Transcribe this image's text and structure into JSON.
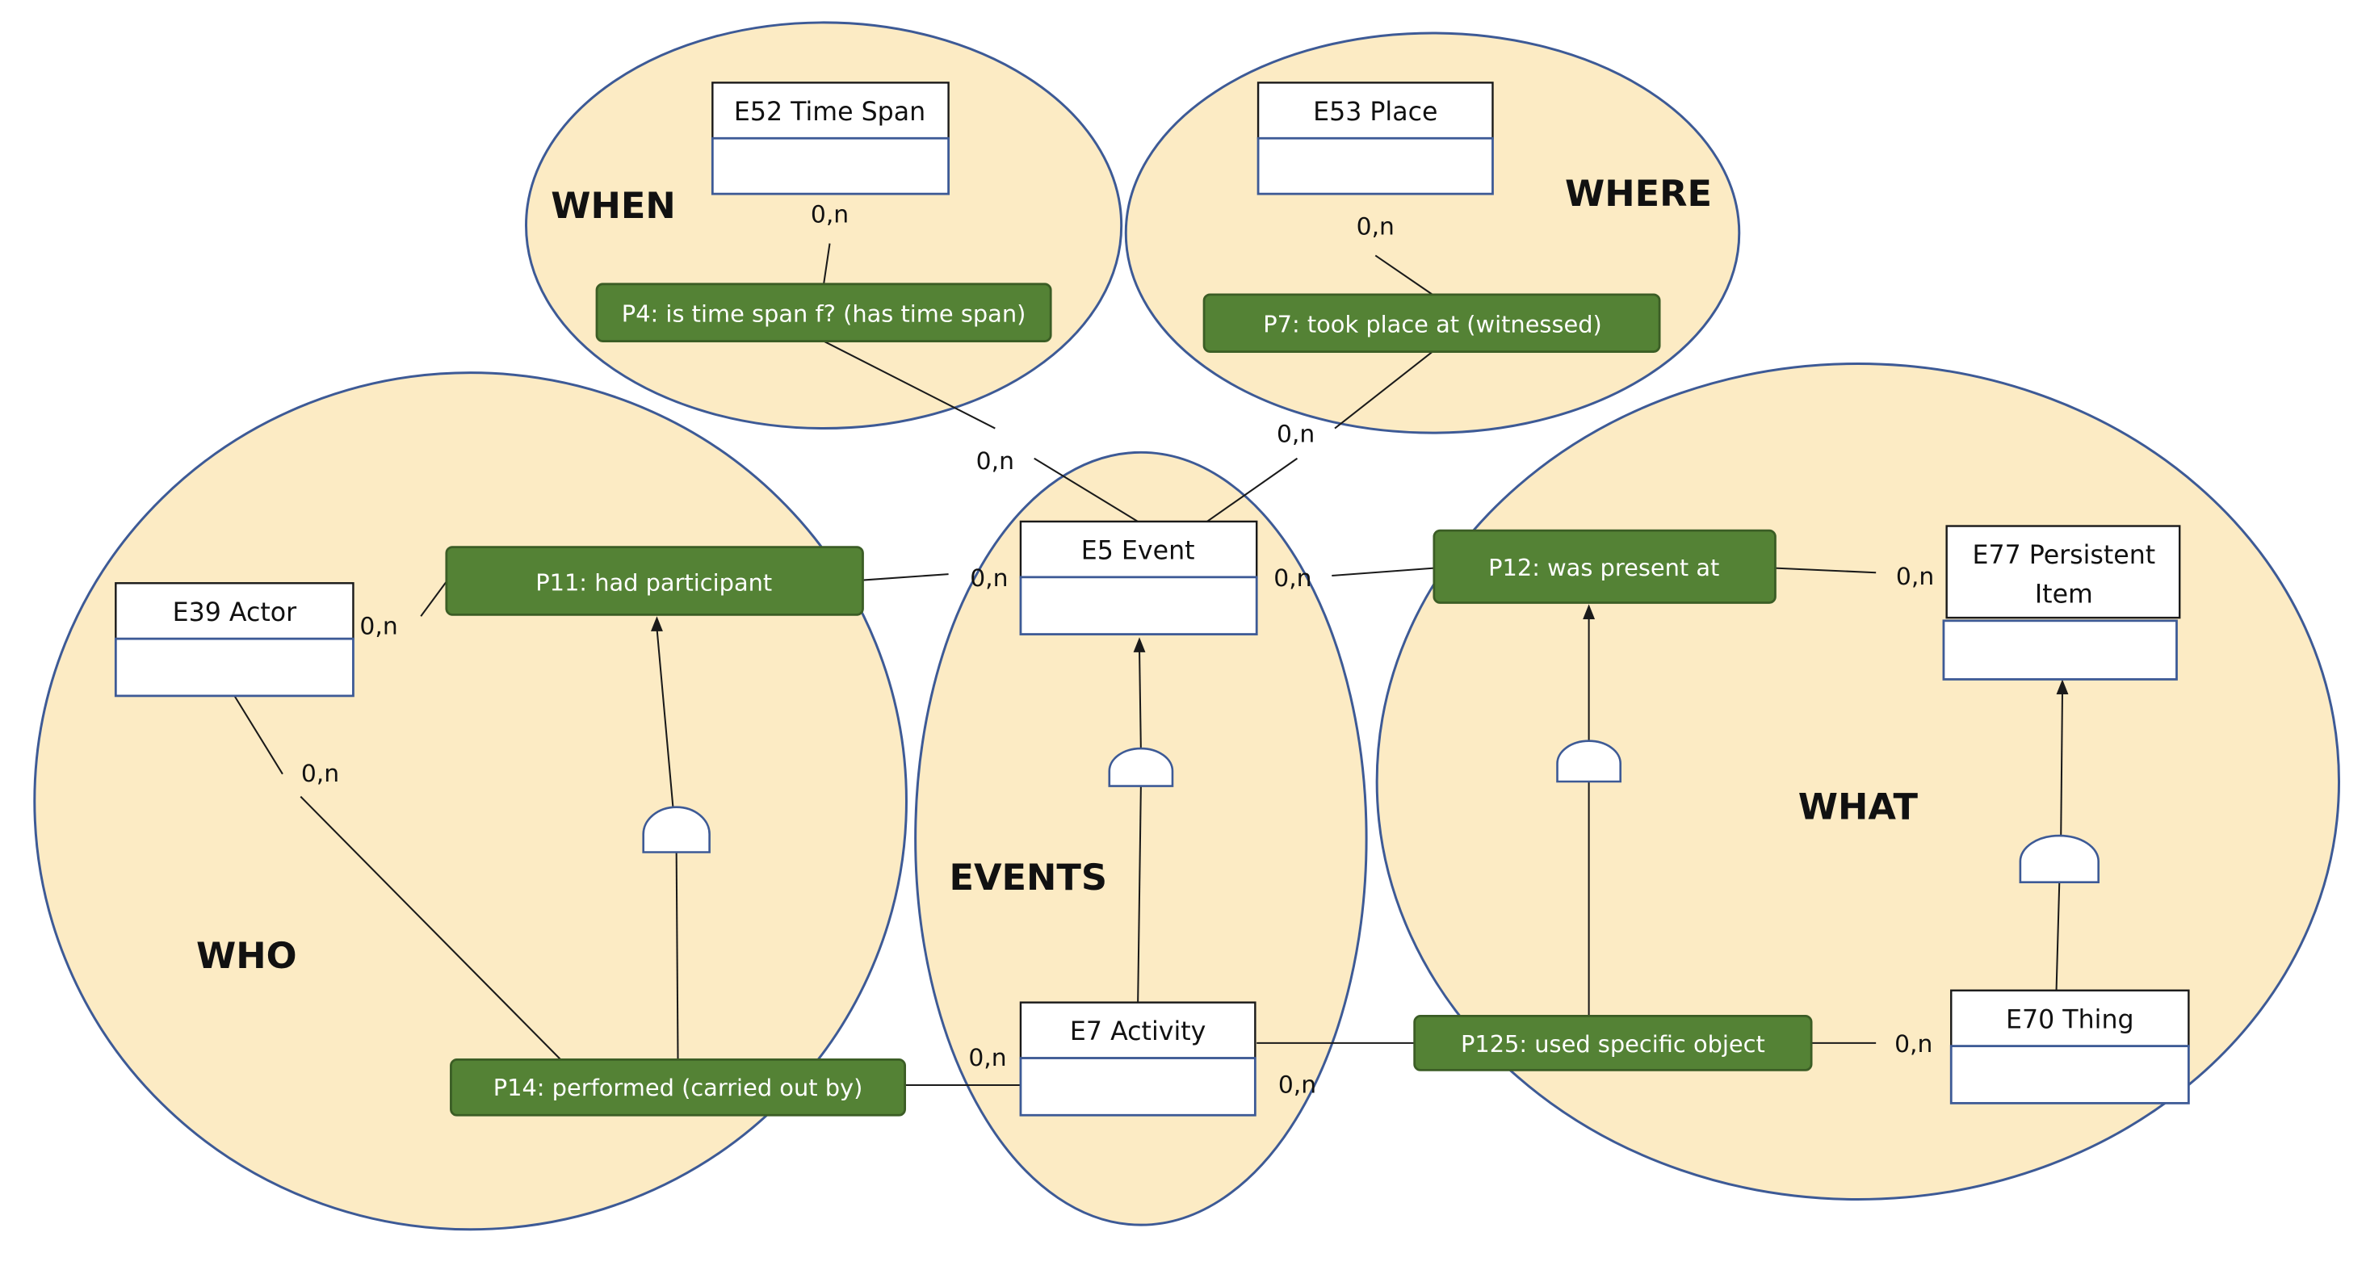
{
  "colors": {
    "region_fill": "#FCEBC4",
    "region_stroke": "#3D5A96",
    "property_fill": "#548235",
    "property_stroke": "#3B5D25",
    "property_text": "#FFFFFF",
    "class_stroke": "#3D5A96",
    "class_title_stroke": "#1A1A1A",
    "line": "#1A1A1A"
  },
  "regions": [
    {
      "id": "when",
      "label": "WHEN"
    },
    {
      "id": "where",
      "label": "WHERE"
    },
    {
      "id": "who",
      "label": "WHO"
    },
    {
      "id": "events",
      "label": "EVENTS"
    },
    {
      "id": "what",
      "label": "WHAT"
    }
  ],
  "classes": [
    {
      "id": "e52",
      "label": "E52 Time Span"
    },
    {
      "id": "e53",
      "label": "E53 Place"
    },
    {
      "id": "e39",
      "label": "E39 Actor"
    },
    {
      "id": "e5",
      "label": "E5 Event"
    },
    {
      "id": "e7",
      "label": "E7 Activity"
    },
    {
      "id": "e77",
      "label_lines": [
        "E77 Persistent",
        "Item"
      ]
    },
    {
      "id": "e70",
      "label": "E70 Thing"
    }
  ],
  "properties": [
    {
      "id": "p4",
      "label": "P4: is time span f? (has time span)"
    },
    {
      "id": "p7",
      "label": "P7: took place at (witnessed)"
    },
    {
      "id": "p11",
      "label": "P11: had  participant"
    },
    {
      "id": "p12",
      "label": "P12: was present  at"
    },
    {
      "id": "p14",
      "label": "P14: performed  (carried out by)"
    },
    {
      "id": "p125",
      "label": "P125: used specific object"
    }
  ],
  "cardinality_label": "0,n"
}
